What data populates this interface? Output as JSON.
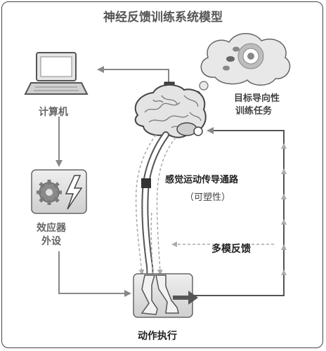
{
  "title": "神经反馈训练系统模型",
  "nodes": {
    "computer": "计算机",
    "effector_line1": "效应器",
    "effector_line2": "外设",
    "task_line1": "目标导向性",
    "task_line2": "训练任务",
    "pathway": "感觉运动传导通路",
    "plasticity": "（可塑性）",
    "feedback": "多模反馈",
    "action": "动作执行"
  },
  "icons": [
    "laptop-icon",
    "brain-icon",
    "thought-cloud-icon",
    "gear-icon",
    "lightning-icon",
    "legs-icon",
    "spinal-cord-icon"
  ],
  "colors": {
    "line": "#777777",
    "dashed": "#aaaaaa",
    "box": "#dddddd"
  }
}
